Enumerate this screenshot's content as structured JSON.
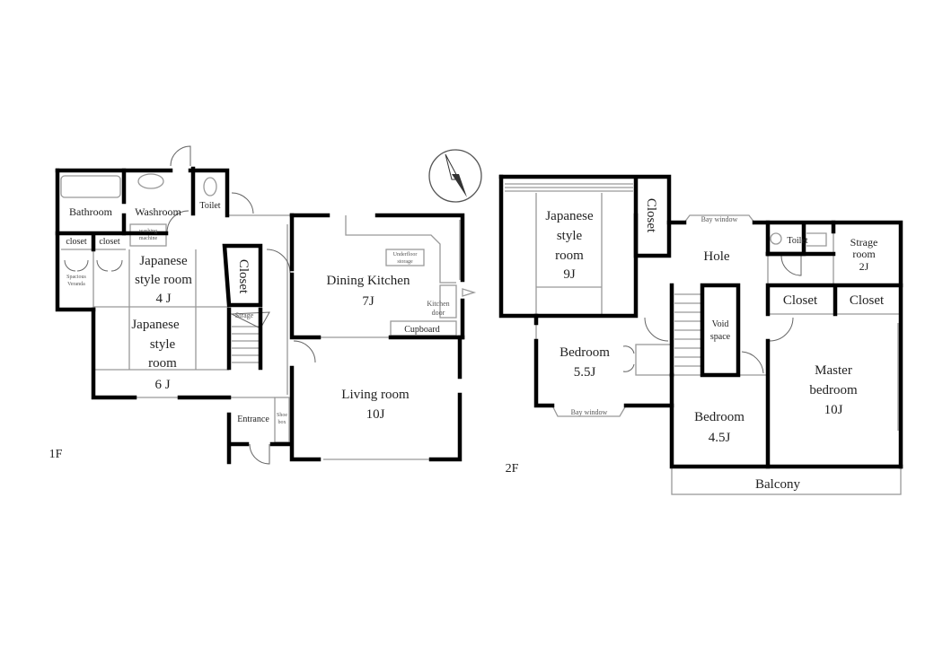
{
  "floor1": {
    "label": "1F",
    "rooms": {
      "bathroom": "Bathroom",
      "washroom": "Washroom",
      "toilet": "Toilet",
      "washing_machine": [
        "washing",
        "machine"
      ],
      "closet_a": "closet",
      "closet_b": "closet",
      "veranda": [
        "Spacious",
        "Veranda"
      ],
      "jroom4": [
        "Japanese",
        "style room",
        "4 J"
      ],
      "closet": "Closet",
      "strage": "Strage",
      "jroom6": [
        "Japanese",
        "style",
        "room",
        "6 J"
      ],
      "dining": [
        "Dining Kitchen",
        "7J"
      ],
      "underfloor": [
        "Underfloor",
        "storage"
      ],
      "kitchen_door": [
        "Kitchen",
        "door"
      ],
      "cupboard": "Cupboard",
      "living": [
        "Living room",
        "10J"
      ],
      "entrance": "Entrance",
      "shoebox": [
        "Shoe",
        "box"
      ]
    }
  },
  "floor2": {
    "label": "2F",
    "rooms": {
      "jroom9": [
        "Japanese",
        "style",
        "room",
        "9J"
      ],
      "closet_top": "Closet",
      "bay_window_top": "Bay window",
      "hole": "Hole",
      "toilet": "Toilet",
      "strage": [
        "Strage",
        "room",
        "2J"
      ],
      "closet_a": "Closet",
      "closet_b": "Closet",
      "void": [
        "Void",
        "space"
      ],
      "bedroom55": [
        "Bedroom",
        "5.5J"
      ],
      "bay_window_bottom": "Bay window",
      "bedroom45": [
        "Bedroom",
        "4.5J"
      ],
      "master": [
        "Master",
        "bedroom",
        "10J"
      ],
      "balcony": "Balcony"
    }
  },
  "compass": {
    "icon": "compass-north-arrow-icon"
  }
}
